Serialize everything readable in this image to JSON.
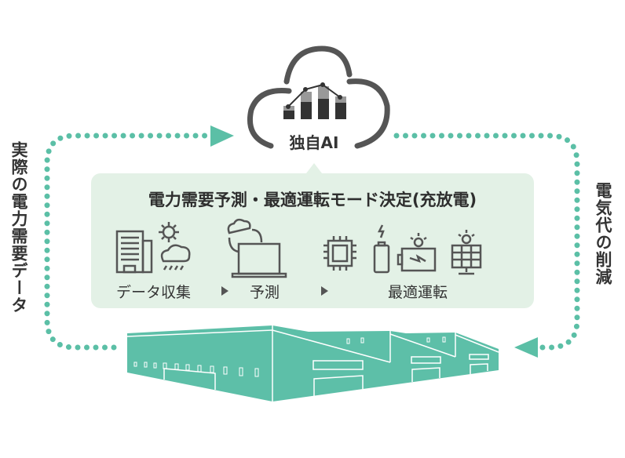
{
  "cloud": {
    "label": "独自AI"
  },
  "left_label": "実際の電力需要データ",
  "right_label": "電気代の削減",
  "process_box": {
    "title": "電力需要予測・最適運転モード決定(充放電)",
    "steps": [
      "データ収集",
      "予測",
      "最適運転"
    ]
  },
  "colors": {
    "accent": "#5bbfa6",
    "box_bg": "#e3f1e6",
    "icon": "#555555"
  }
}
